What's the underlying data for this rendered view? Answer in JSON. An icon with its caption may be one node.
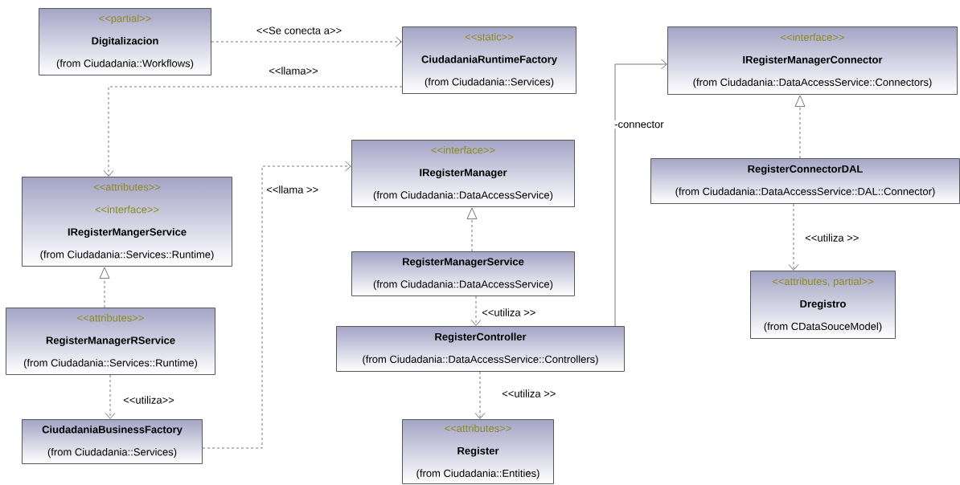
{
  "diagram": {
    "nodes": [
      {
        "text": [
          "<<partial>>",
          "Digitalizacion",
          "(from Ciudadania::Workflows)"
        ]
      },
      {
        "text": [
          "<<static>>",
          "CiudadaniaRuntimeFactory",
          "(from Ciudadania::Services)"
        ]
      },
      {
        "text": [
          "<<interface>>",
          "IRegisterManagerConnector",
          "(from Ciudadania::DataAccessService::Connectors)"
        ]
      },
      {
        "text": [
          "<<interface>>",
          "IRegisterManager",
          "(from Ciudadania::DataAccessService)"
        ]
      },
      {
        "text": [
          "<<attributes>>",
          "<<interface>>",
          "IRegisterMangerService",
          "(from Ciudadania::Services::Runtime)"
        ]
      },
      {
        "text": [
          "RegisterConnectorDAL",
          "(from Ciudadania::DataAccessService::DAL::Connector)"
        ]
      },
      {
        "text": [
          "RegisterManagerService",
          "(from Ciudadania::DataAccessService)"
        ]
      },
      {
        "text": [
          "<<attributes, partial>>",
          "Dregistro",
          "(from CDataSouceModel)"
        ]
      },
      {
        "text": [
          "<<attributes>>",
          "RegisterManagerRService",
          "(from Ciudadania::Services::Runtime)"
        ]
      },
      {
        "text": [
          "RegisterController",
          "(from Ciudadania::DataAccessService::Controllers)"
        ]
      },
      {
        "text": [
          "CiudadaniaBusinessFactory",
          "(from Ciudadania::Services)"
        ]
      },
      {
        "text": [
          "<<attributes>>",
          "Register",
          "(from Ciudadania::Entities)"
        ]
      }
    ],
    "edges": [
      {
        "from": 0,
        "to": 1,
        "arrow": "to",
        "style": "dashed",
        "label": "<<Se conecta a>>"
      },
      {
        "from": 1,
        "to": 4,
        "arrow": "to",
        "style": "dashed",
        "label": "<<llama>>"
      },
      {
        "from": 10,
        "to": 3,
        "arrow": "to",
        "style": "dashed",
        "label": "<<llama >>"
      },
      {
        "from": 8,
        "to": 4,
        "arrow": "to",
        "style": "dashed"
      },
      {
        "from": 8,
        "to": 10,
        "arrow": "to",
        "style": "dashed",
        "label": "<<utiliza>>"
      },
      {
        "from": 6,
        "to": 3,
        "arrow": "to",
        "style": "dashed"
      },
      {
        "from": 6,
        "to": 9,
        "arrow": "to",
        "style": "dashed",
        "label": "<<utiliza >>"
      },
      {
        "from": 9,
        "to": 11,
        "arrow": "to",
        "style": "dashed",
        "label": "<<utiliza  >>"
      },
      {
        "from": 9,
        "to": 2,
        "arrow": "to",
        "label": "-connector"
      },
      {
        "from": 5,
        "to": 2,
        "arrow": "to",
        "style": "dashed"
      },
      {
        "from": 5,
        "to": 7,
        "arrow": "to",
        "style": "dashed",
        "label": "<<utiliza    >>"
      }
    ]
  }
}
